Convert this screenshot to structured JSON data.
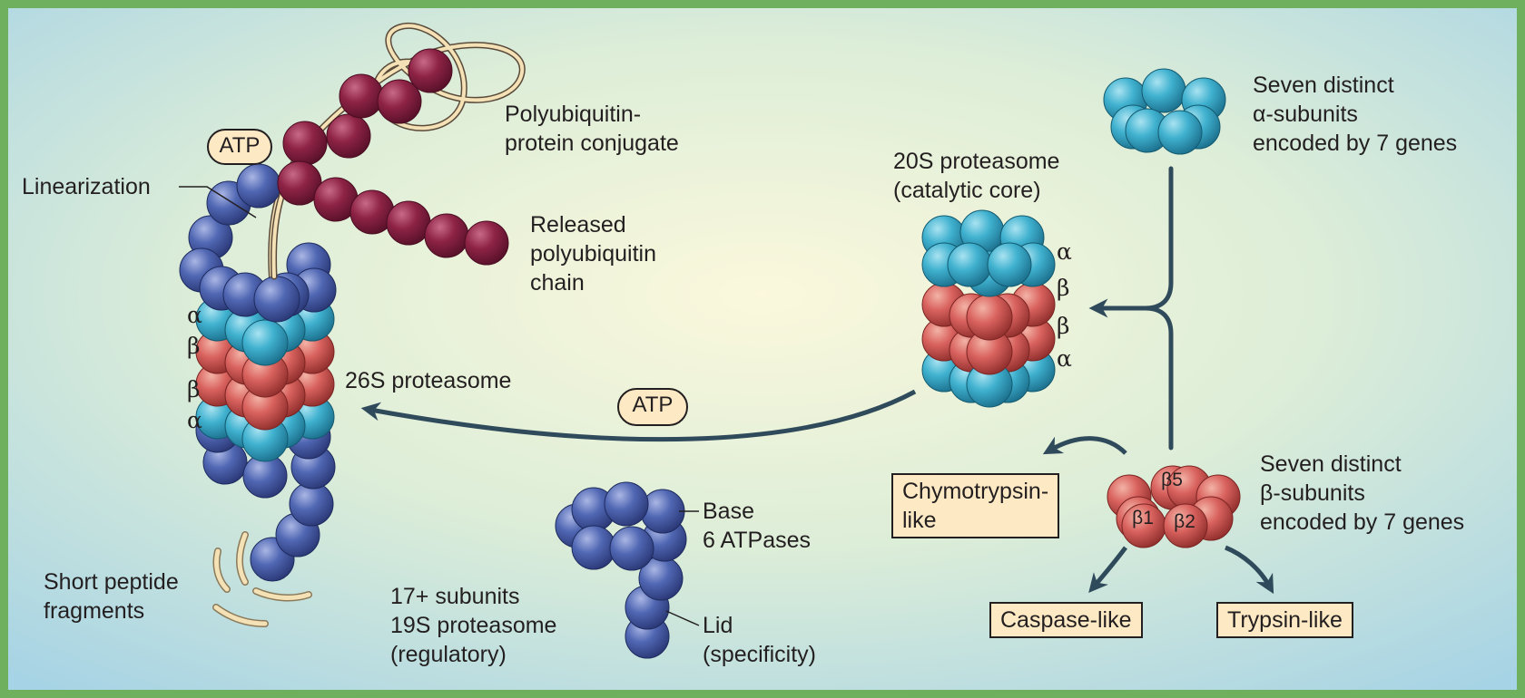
{
  "colors": {
    "frame": "#6fb05e",
    "background_light": "#f9f6d8",
    "background_blue": "#a6d6e6",
    "alpha_subunit": "#3fb1cf",
    "beta_subunit": "#d9625e",
    "regulatory_subunit": "#5067b3",
    "ubiquitin": "#8e2346",
    "peptide": "#f4e1b5",
    "arrow": "#2f4a5a",
    "label_box": "#fde9c4"
  },
  "labels": {
    "polyubiquitin_conjugate": [
      "Polyubiquitin-",
      "protein conjugate"
    ],
    "atp_top": "ATP",
    "linearization": "Linearization",
    "released_chain": [
      "Released",
      "polyubiquitin",
      "chain"
    ],
    "proteasome_26s": "26S proteasome",
    "atp_arrow": "ATP",
    "short_peptides": [
      "Short peptide",
      "fragments"
    ],
    "base": [
      "Base",
      "6 ATPases"
    ],
    "lid": [
      "Lid",
      "(specificity)"
    ],
    "subunits_19s": [
      "17+ subunits",
      "19S proteasome",
      "(regulatory)"
    ],
    "proteasome_20s": [
      "20S proteasome",
      "(catalytic core)"
    ],
    "alpha_subunits": [
      "Seven distinct",
      "α-subunits",
      "encoded by 7 genes"
    ],
    "beta_subunits": [
      "Seven distinct",
      "β-subunits",
      "encoded by 7 genes"
    ],
    "chymotrypsin": [
      "Chymotrypsin-",
      "like"
    ],
    "caspase": "Caspase-like",
    "trypsin": "Trypsin-like",
    "beta5": "β5",
    "beta1": "β1",
    "beta2": "β2"
  },
  "ring_labels_26s": [
    "α",
    "β",
    "β",
    "α"
  ],
  "ring_labels_20s": [
    "α",
    "β",
    "β",
    "α"
  ]
}
